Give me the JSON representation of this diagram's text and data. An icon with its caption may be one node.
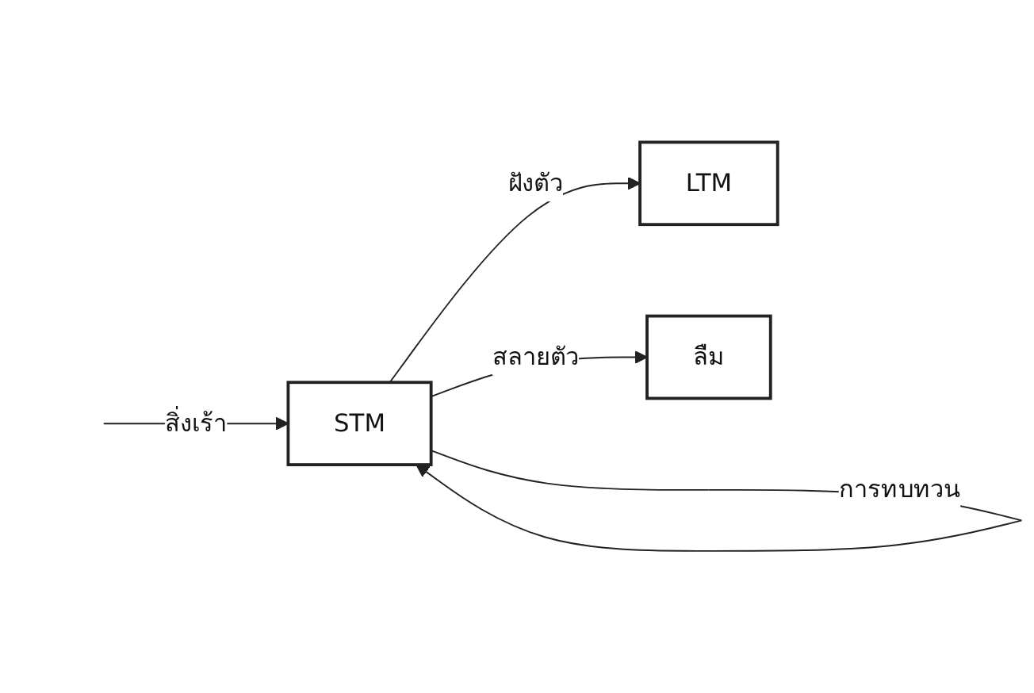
{
  "diagram": {
    "nodes": [
      {
        "text": [
          "STM"
        ]
      },
      {
        "text": [
          "LTM"
        ]
      },
      {
        "text": [
          "ลืม"
        ]
      }
    ],
    "edges": [
      {
        "from": null,
        "to": 0,
        "arrow": "to",
        "label": "สิ่งเร้า"
      },
      {
        "from": 0,
        "to": 0,
        "arrow": "to",
        "label": "การทบทวน"
      },
      {
        "from": 0,
        "to": 1,
        "arrow": "to",
        "label": "ฝังตัว"
      },
      {
        "from": 0,
        "to": 2,
        "arrow": "to",
        "label": "สลายตัว"
      }
    ]
  }
}
